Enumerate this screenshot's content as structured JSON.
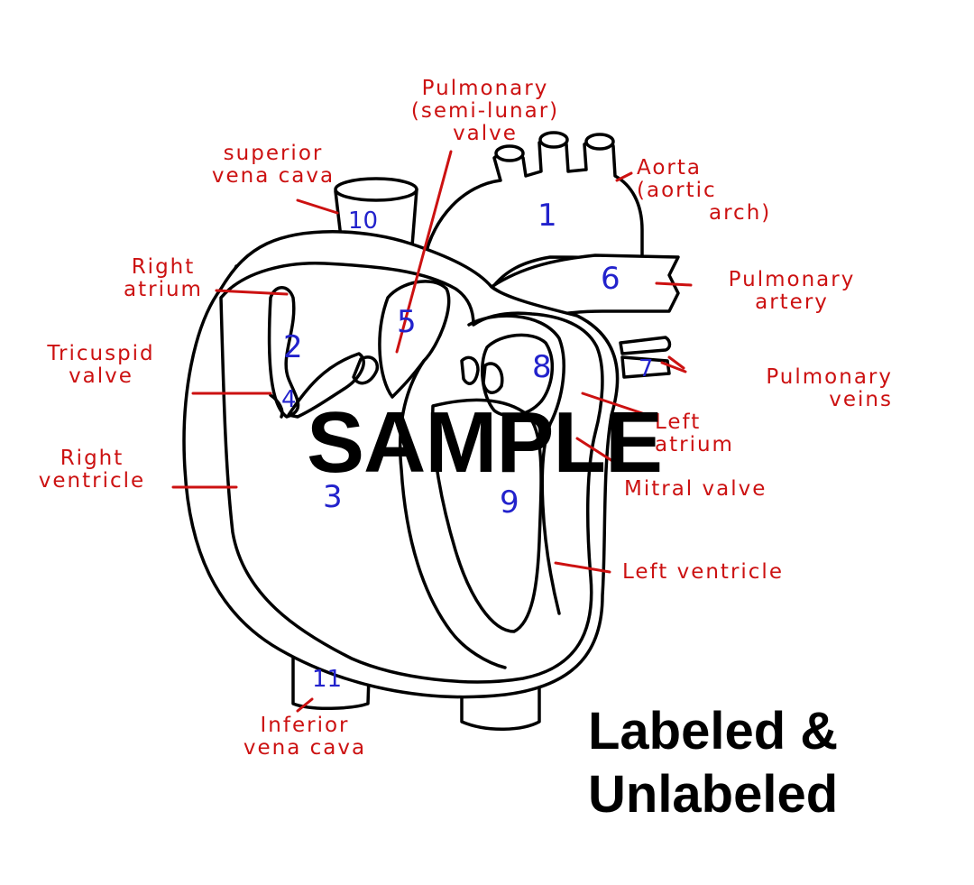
{
  "labels": {
    "pulmonary_valve": [
      "Pulmonary",
      "(semi-lunar)",
      "valve"
    ],
    "superior_vena_cava": [
      "superior",
      "vena cava"
    ],
    "aorta": [
      "Aorta",
      "(aortic",
      "arch)"
    ],
    "right_atrium": [
      "Right",
      "atrium"
    ],
    "pulmonary_artery": [
      "Pulmonary",
      "artery"
    ],
    "tricuspid_valve": [
      "Tricuspid",
      "valve"
    ],
    "pulmonary_veins": [
      "Pulmonary",
      "veins"
    ],
    "left_atrium": [
      "Left",
      "atrium"
    ],
    "right_ventricle": [
      "Right",
      "ventricle"
    ],
    "mitral_valve": "Mitral valve",
    "left_ventricle": "Left ventricle",
    "inferior_vena_cava": [
      "Inferior",
      "vena cava"
    ]
  },
  "numbers": {
    "n1": "1",
    "n2": "2",
    "n3": "3",
    "n4": "4",
    "n5": "5",
    "n6": "6",
    "n7": "7",
    "n8": "8",
    "n9": "9",
    "n10": "10",
    "n11": "11"
  },
  "watermark": "SAMPLE",
  "caption": [
    "Labeled &",
    "Unlabeled"
  ],
  "colors": {
    "label_red": "#cc1111",
    "number_blue": "#2222cc",
    "outline_black": "#000000"
  }
}
